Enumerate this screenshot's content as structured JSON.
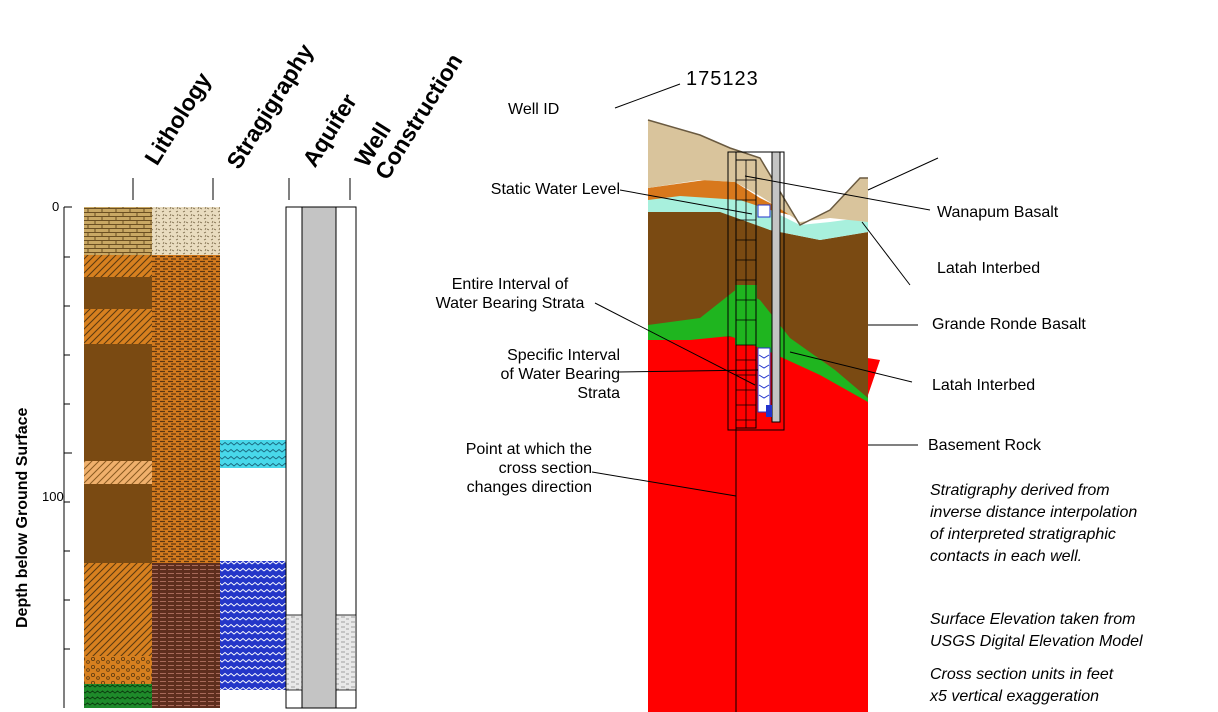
{
  "log_panel": {
    "column_headers": {
      "lithology": "Lithology",
      "stratigraphy": "Stragigraphy",
      "aquifer": "Aquifer",
      "well_construction": "Well\nConstruction"
    },
    "y_axis_label": "Depth below Ground Surface",
    "depth_ticks": [
      "0",
      "100"
    ]
  },
  "cross_section": {
    "well_id": "175123",
    "left_labels": {
      "well_id": "Well ID",
      "static_water_level": "Static Water Level",
      "entire_interval": "Entire Interval of\nWater Bearing Strata",
      "specific_interval": "Specific Interval\nof Water Bearing\nStrata",
      "direction_point": "Point at which the\ncross section\nchanges direction"
    },
    "right_labels": {
      "wanapum": "Wanapum Basalt",
      "latah_upper": "Latah Interbed",
      "grande_ronde": "Grande Ronde Basalt",
      "latah_lower": "Latah Interbed",
      "basement": "Basement Rock"
    },
    "notes": {
      "note1": "Stratigraphy derived from\ninverse distance interpolation\nof interpreted stratigraphic\ncontacts in each well.",
      "note2": "Surface Elevation taken from\nUSGS Digital Elevation Model",
      "note3": "Cross section units in feet\nx5 vertical exaggeration"
    }
  },
  "colors": {
    "basement_rock": "#ff0000",
    "grande_ronde_basalt": "#7a4a12",
    "latah_interbed_green": "#1fb51f",
    "latah_interbed_cyan": "#a8f0dd",
    "wanapum_orange": "#d8781c",
    "surface_tan": "#d9c49c",
    "aquifer_cyan": "#44d6e8",
    "aquifer_blue": "#2233cc",
    "casing_gray": "#c4c4c4"
  }
}
